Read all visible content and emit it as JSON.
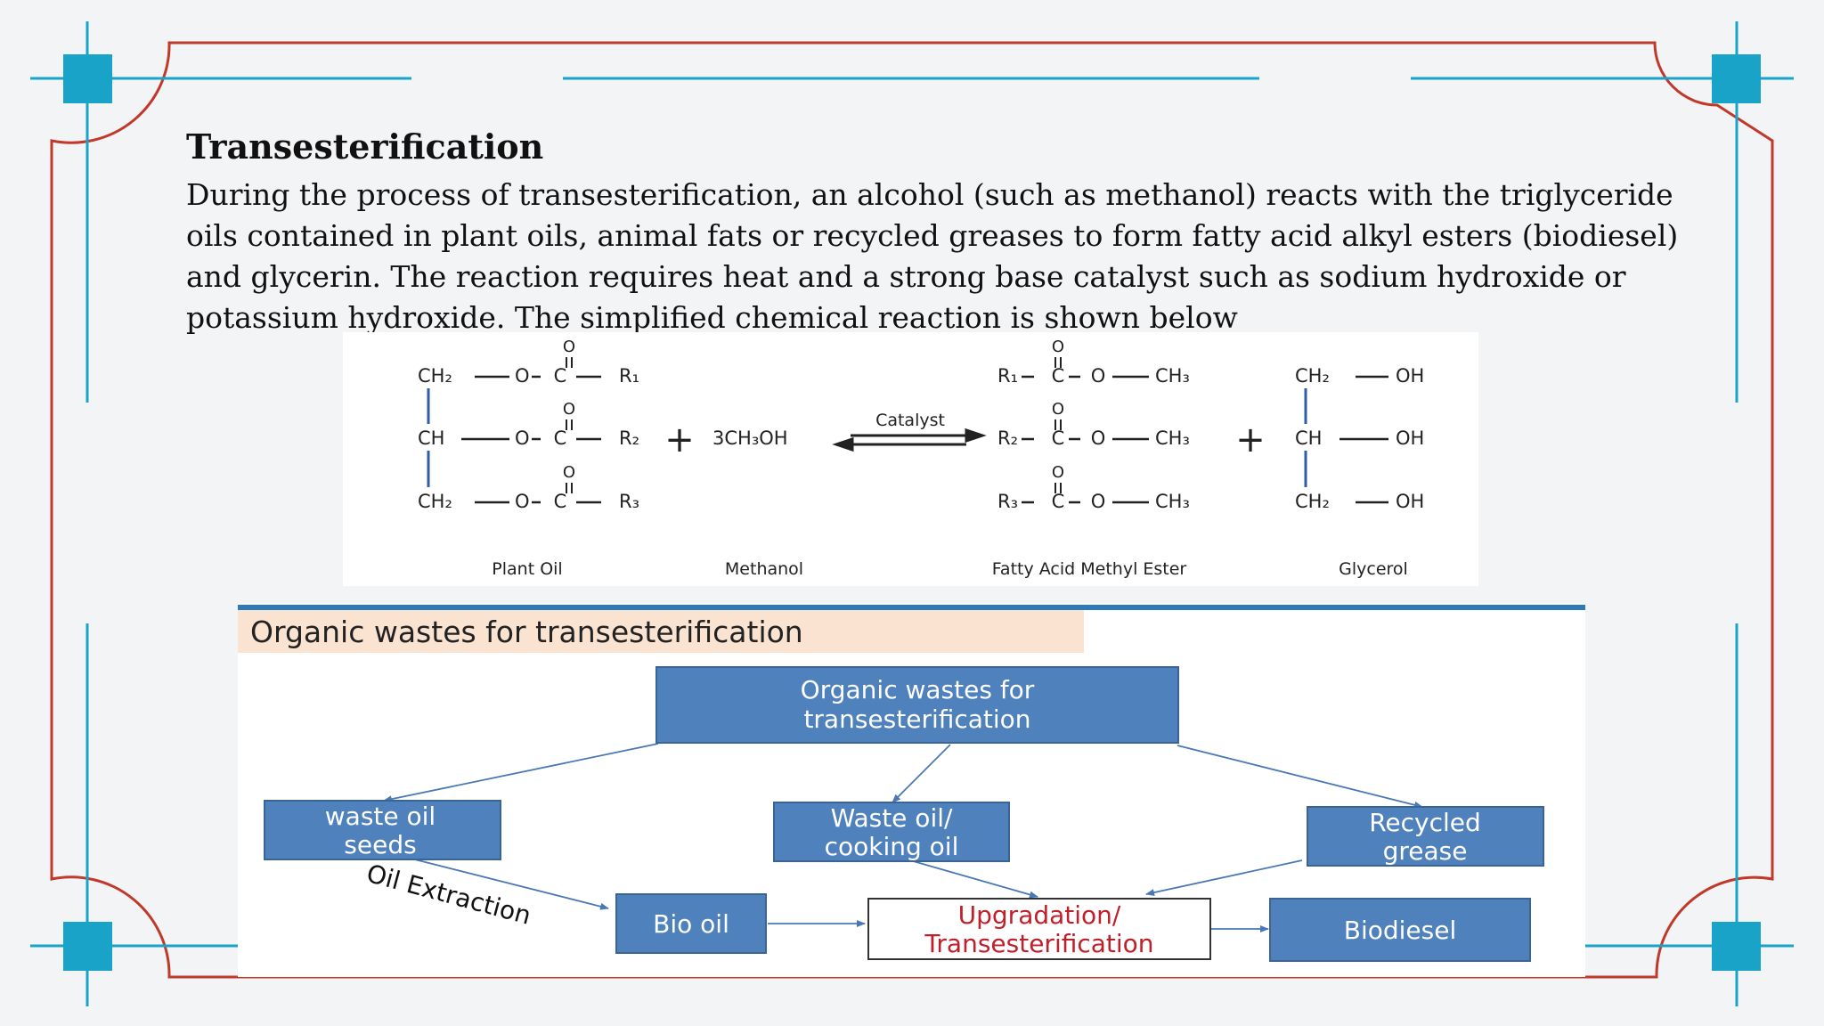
{
  "slide": {
    "title": "Transesterification",
    "paragraph_lines": [
      "During the process of transesterification, an alcohol (such as methanol) reacts with the triglyceride",
      "oils contained in plant oils, animal fats or recycled greases to form fatty acid alkyl esters (biodiesel)",
      "and glycerin. The reaction requires heat and a strong base catalyst such as sodium hydroxide or",
      "potassium hydroxide. The simplified chemical reaction is shown below"
    ]
  },
  "reaction": {
    "plant_oil_rows": [
      {
        "left": "CH₂",
        "r": "R₁"
      },
      {
        "left": "CH",
        "r": "R₂"
      },
      {
        "left": "CH₂",
        "r": "R₃"
      }
    ],
    "oxygen": "O",
    "carbon": "C",
    "plus": "+",
    "methanol": "3CH₃OH",
    "catalyst": "Catalyst",
    "ester_rows": [
      {
        "r": "R₁",
        "tail": "CH₃"
      },
      {
        "r": "R₂",
        "tail": "CH₃"
      },
      {
        "r": "R₃",
        "tail": "CH₃"
      }
    ],
    "glycerol_rows": [
      {
        "left": "CH₂",
        "right": "OH"
      },
      {
        "left": "CH",
        "right": "OH"
      },
      {
        "left": "CH₂",
        "right": "OH"
      }
    ],
    "labels": {
      "plant_oil": "Plant Oil",
      "methanol": "Methanol",
      "ester": "Fatty Acid Methyl Ester",
      "glycerol": "Glycerol"
    }
  },
  "flowchart": {
    "heading": "Organic wastes for transesterification",
    "nodes": {
      "root": [
        "Organic wastes for",
        "transesterification"
      ],
      "seeds": [
        "waste oil",
        "seeds"
      ],
      "cooking": [
        "Waste oil/",
        "cooking oil"
      ],
      "grease": [
        "Recycled",
        "grease"
      ],
      "biooil": [
        "Bio oil"
      ],
      "upgrade": [
        "Upgradation/",
        "Transesterification"
      ],
      "biodiesel": [
        "Biodiesel"
      ]
    },
    "edge_label_oil_extraction": "Oil Extraction",
    "colors": {
      "box_fill": "#4f81bd",
      "box_border": "#3a6493",
      "upgrade_text": "#c0202a",
      "heading_bg": "#fbe3d2",
      "heading_line": "#2e7ab8"
    }
  },
  "frame_colors": {
    "red": "#c0392b",
    "teal": "#1aa3c8"
  }
}
